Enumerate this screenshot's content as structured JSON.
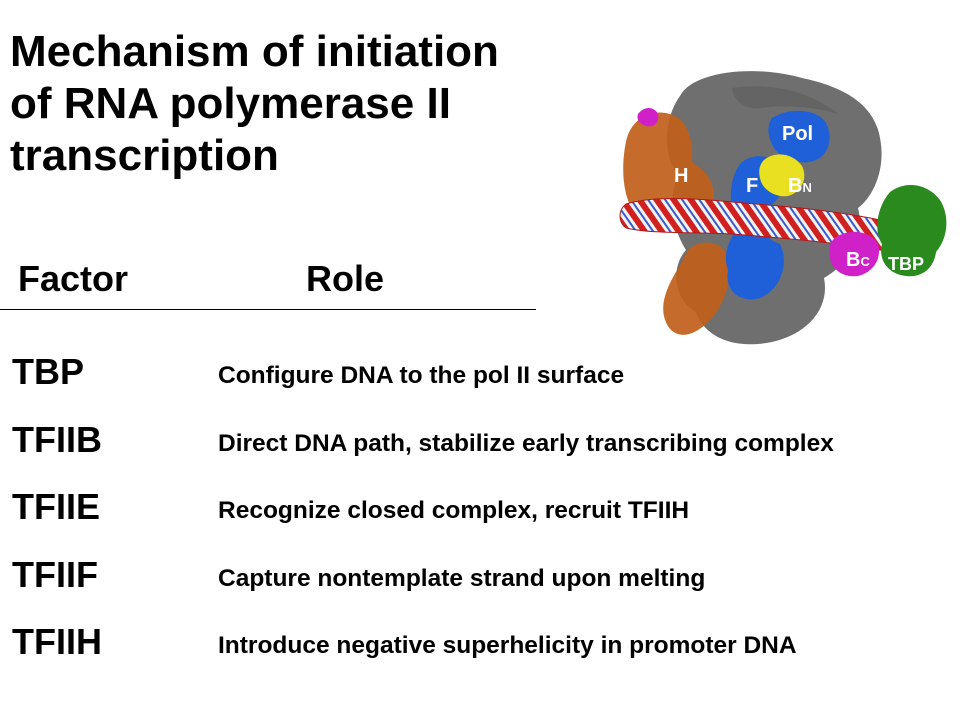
{
  "slide": {
    "title_lines": [
      "Mechanism of initiation",
      "of RNA polymerase II",
      "transcription"
    ]
  },
  "table": {
    "headers": {
      "factor": "Factor",
      "role": "Role"
    },
    "rows": [
      {
        "factor": "TBP",
        "role": "Configure DNA to the pol II surface"
      },
      {
        "factor": "TFIIB",
        "role": "Direct DNA path, stabilize early transcribing complex"
      },
      {
        "factor": "TFIIE",
        "role": "Recognize closed complex, recruit TFIIH"
      },
      {
        "factor": "TFIIF",
        "role": "Capture nontemplate strand upon melting"
      },
      {
        "factor": "TFIIH",
        "role": "Introduce negative superhelicity in promoter DNA"
      }
    ]
  },
  "structure_figure": {
    "labels": {
      "pol": "Pol",
      "h": "H",
      "f": "F",
      "bn_main": "B",
      "bn_sub": "N",
      "bc_main": "B",
      "bc_sub": "C",
      "tbp": "TBP"
    },
    "colors": {
      "pol_ii": "#6f6f6f",
      "tfiih": "#c0601a",
      "tfiif": "#1f5fd8",
      "tfiib_n": "#e8e020",
      "tfiib_c": "#d020c8",
      "tbp": "#2a8a1e",
      "dna_red": "#d02020",
      "dna_white": "#f4f4f4"
    }
  }
}
